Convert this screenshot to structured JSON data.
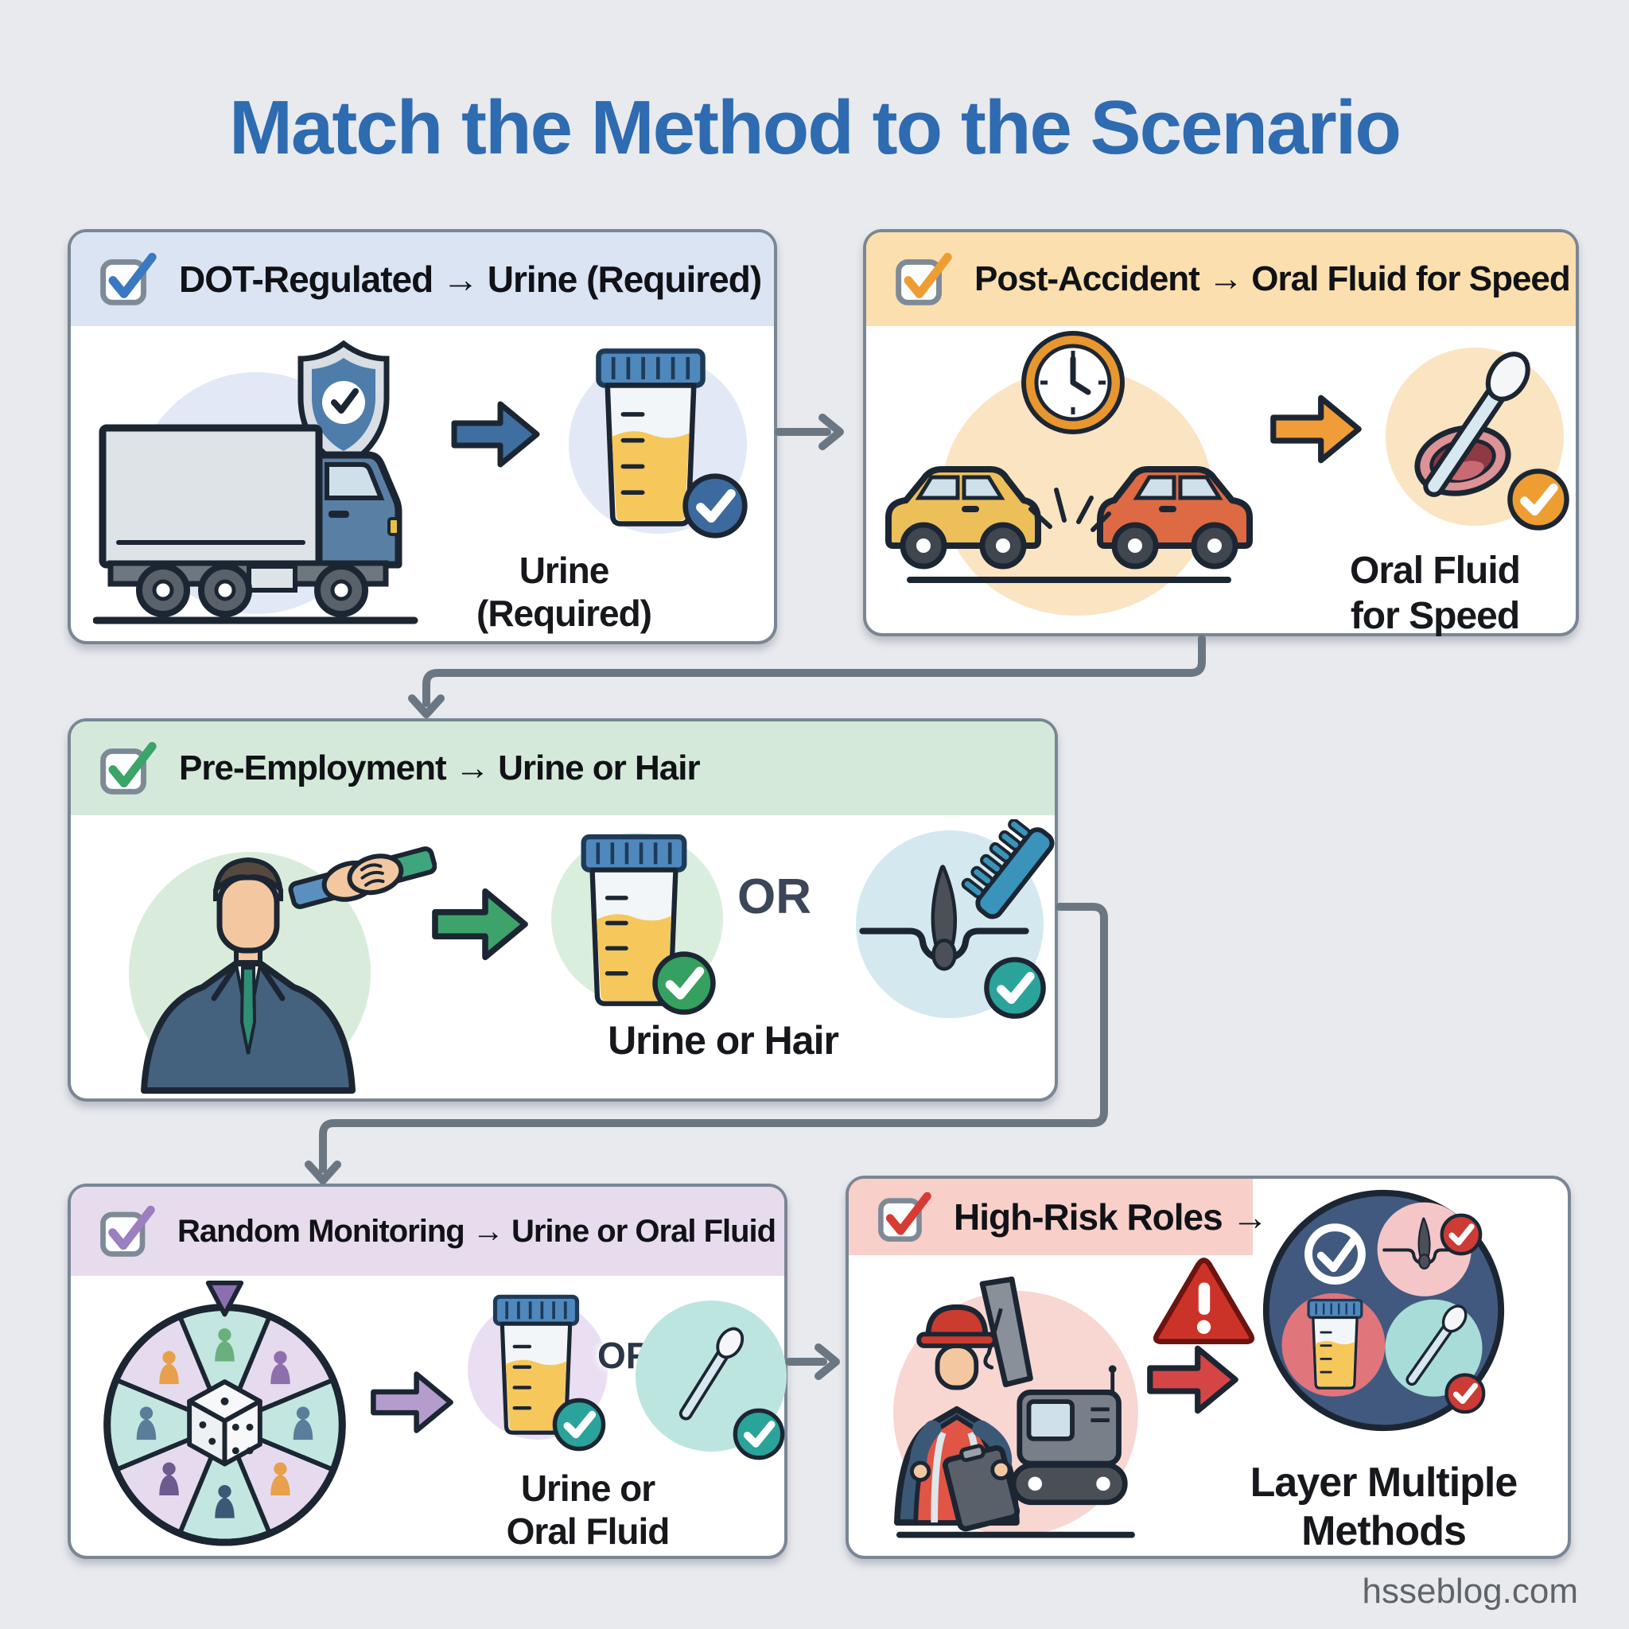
{
  "title": "Match the Method to the Scenario",
  "watermark": "hsseblog.com",
  "colors": {
    "title": "#2e6bb0",
    "background": "#e8eaee",
    "panel_border": "#7b8694",
    "connector": "#6b7683",
    "dot_header_bg": "#dbe4f3",
    "dot_accent": "#3a78c2",
    "post_accident_header_bg": "#fbdfae",
    "post_accident_accent": "#ee9d33",
    "pre_employment_header_bg": "#d5e9da",
    "pre_employment_accent": "#3aa566",
    "random_header_bg": "#e7dcee",
    "random_accent": "#9b7fc0",
    "high_risk_header_bg": "#f8cfc9",
    "high_risk_accent": "#d63b34",
    "urine_liquid": "#f6c75b",
    "cup_lid": "#4e88bd"
  },
  "panels": {
    "dot": {
      "header": "DOT-Regulated → Urine (Required)",
      "result_line1": "Urine",
      "result_line2": "(Required)",
      "icons": [
        "checkbox-icon",
        "truck-icon",
        "shield-check-icon",
        "arrow-right-icon",
        "urine-cup-icon",
        "check-badge-icon"
      ]
    },
    "post_accident": {
      "header": "Post-Accident → Oral Fluid for Speed",
      "result_line1": "Oral Fluid",
      "result_line2": "for Speed",
      "icons": [
        "checkbox-icon",
        "clock-icon",
        "car-crash-icon",
        "arrow-right-icon",
        "oral-swab-icon",
        "check-badge-icon"
      ]
    },
    "pre_employment": {
      "header": "Pre-Employment → Urine or Hair",
      "or_label": "OR",
      "result_line1": "Urine or Hair",
      "icons": [
        "checkbox-icon",
        "businessman-icon",
        "handshake-icon",
        "arrow-right-icon",
        "urine-cup-icon",
        "hair-follicle-icon",
        "comb-icon",
        "check-badge-icon"
      ]
    },
    "random": {
      "header": "Random Monitoring → Urine or Oral Fluid",
      "or_label": "OR",
      "result_line1": "Urine or",
      "result_line2": "Oral Fluid",
      "icons": [
        "checkbox-icon",
        "random-wheel-icon",
        "dice-icon",
        "arrow-right-icon",
        "urine-cup-icon",
        "oral-swab-icon",
        "check-badge-icon"
      ]
    },
    "high_risk": {
      "header": "High-Risk Roles →",
      "result_line1": "Layer Multiple",
      "result_line2": "Methods",
      "icons": [
        "checkbox-icon",
        "construction-worker-icon",
        "crane-icon",
        "warning-triangle-icon",
        "arrow-right-icon",
        "layered-methods-icon",
        "check-badge-icon"
      ]
    }
  }
}
